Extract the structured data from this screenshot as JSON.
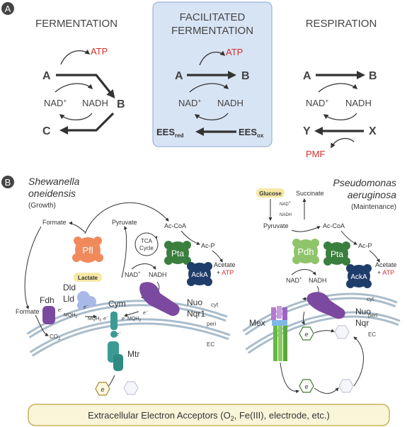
{
  "panel_a": {
    "badge": "A",
    "fermentation": {
      "title": "FERMENTATION",
      "atp": "ATP",
      "a": "A",
      "b": "B",
      "c": "C",
      "nad": "NAD",
      "nad_sup": "+",
      "nadh": "NADH"
    },
    "facilitated": {
      "title_line1": "FACILITATED",
      "title_line2": "FERMENTATION",
      "atp": "ATP",
      "a": "A",
      "b": "B",
      "nad": "NAD",
      "nad_sup": "+",
      "nadh": "NADH",
      "ees_red": "EES",
      "ees_red_sub": "red",
      "ees_ox": "EES",
      "ees_ox_sub": "ox"
    },
    "respiration": {
      "title": "RESPIRATION",
      "a": "A",
      "b": "B",
      "nad": "NAD",
      "nad_sup": "+",
      "nadh": "NADH",
      "y": "Y",
      "x": "X",
      "pmf": "PMF"
    }
  },
  "panel_b": {
    "badge": "B",
    "shewanella": {
      "title_line1": "Shewanella",
      "title_line2": "oneidensis",
      "condition": "(Growth)",
      "formate": "Formate",
      "pyruvate": "Pyruvate",
      "acetyl_coa": "Ac-CoA",
      "acetyl_p": "Ac-P",
      "acetate": "Acetate",
      "acetate_atp_prefix": "+ ",
      "atp": "ATP",
      "pfl": "Pfl",
      "pta": "Pta",
      "acka": "AckA",
      "tca_line1": "TCA",
      "tca_line2": "Cycle",
      "nad": "NAD",
      "nad_sup": "+",
      "nadh": "NADH",
      "lactate": "Lactate",
      "dld": "Dld",
      "lld": "Lld",
      "fdh": "Fdh",
      "formate_bottom": "Formate",
      "co2": "CO",
      "co2_sub": "2",
      "cym": "Cym",
      "mqh2": "MQH",
      "mqh2_sub": "2",
      "e_minus": "e",
      "e_sup": "−",
      "nuo": "Nuo",
      "nqr1": "Nqr1",
      "mtr": "Mtr",
      "cyt": "cyt",
      "peri": "peri",
      "ec": "EC",
      "e_hex": "e"
    },
    "pseudomonas": {
      "title_line1": "Pseudomonas",
      "title_line2": "aeruginosa",
      "condition": "(Maintenance)",
      "glucose": "Glucose",
      "succinate": "Succinate",
      "nad_small": "NAD",
      "nad_small_sup": "+",
      "nadh_small": "NADH",
      "pyruvate": "Pyruvate",
      "acetyl_coa": "Ac-CoA",
      "acetyl_p": "Ac-P",
      "acetate": "Acetate",
      "acetate_atp_prefix": "+ ",
      "atp": "ATP",
      "pdh": "Pdh",
      "pta": "Pta",
      "acka": "AckA",
      "nad": "NAD",
      "nad_sup": "+",
      "nadh": "NADH",
      "nuo": "Nuo",
      "nqr": "Nqr",
      "mex": "Mex",
      "cyt": "cyt",
      "peri": "peri",
      "ec": "EC",
      "e_hex": "e"
    },
    "acceptors": {
      "label_before": "Extracellular Electron Acceptors (O",
      "label_sub": "2",
      "label_after": ", Fe(III), electrode, etc.)"
    }
  },
  "colors": {
    "red_text": "#d3302f",
    "highlight_panel": "#d7e4f4",
    "pfl": "#f08a5c",
    "pta": "#3a7f3e",
    "acka": "#1f3d6b",
    "pdh": "#8fc46a",
    "lactate_glucose_bg": "#f6e8a6",
    "nuo_purple": "#7b4aa0",
    "mtr_teal": "#3b9b93",
    "membrane": "#a9bccb",
    "hex_green": "#3d7a2a",
    "acceptor_bg": "#faf5d9"
  }
}
